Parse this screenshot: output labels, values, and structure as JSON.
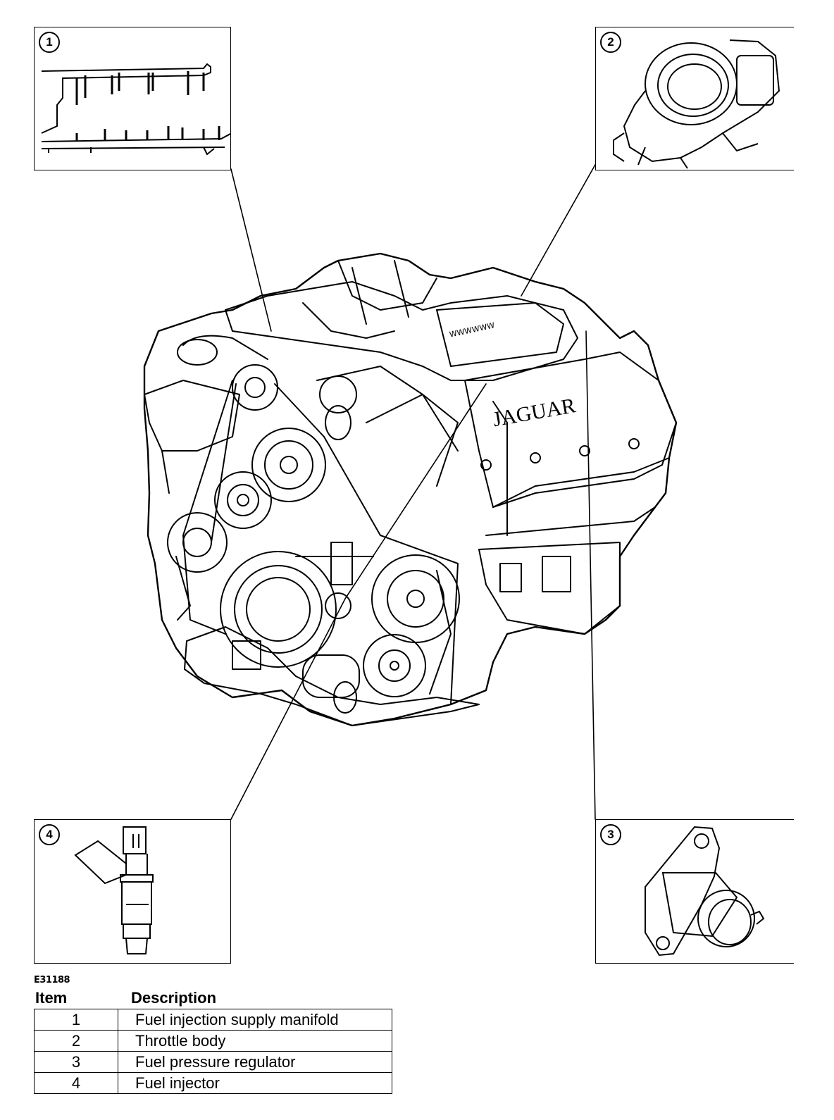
{
  "figure": {
    "code": "E31188",
    "callouts": [
      {
        "number": "1",
        "part": "Fuel injection supply manifold"
      },
      {
        "number": "2",
        "part": "Throttle body"
      },
      {
        "number": "3",
        "part": "Fuel pressure regulator"
      },
      {
        "number": "4",
        "part": "Fuel injector"
      }
    ],
    "engine_brand": "JAGUAR"
  },
  "legend": {
    "header_item": "Item",
    "header_description": "Description",
    "rows": [
      {
        "item": "1",
        "description": "Fuel injection supply manifold"
      },
      {
        "item": "2",
        "description": "Throttle body"
      },
      {
        "item": "3",
        "description": "Fuel pressure regulator"
      },
      {
        "item": "4",
        "description": "Fuel injector"
      }
    ]
  }
}
